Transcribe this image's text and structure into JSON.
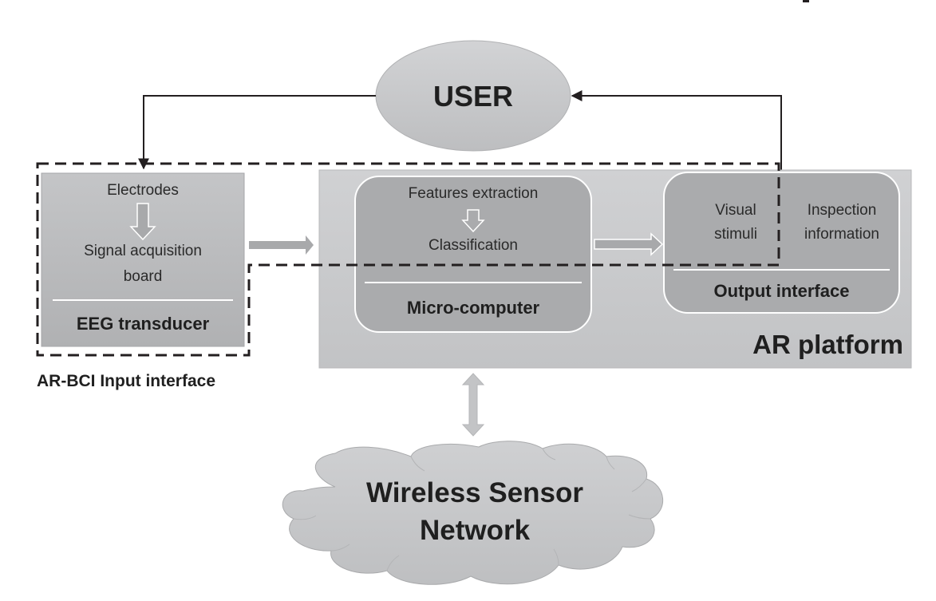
{
  "user": {
    "label": "USER"
  },
  "input_interface": {
    "caption": "AR-BCI Input interface",
    "eeg": {
      "step1": "Electrodes",
      "step2_line1": "Signal acquisition",
      "step2_line2": "board",
      "title": "EEG transducer"
    }
  },
  "ar_platform": {
    "title": "AR platform",
    "micro_computer": {
      "step1": "Features extraction",
      "step2": "Classification",
      "title": "Micro-computer"
    },
    "output_interface": {
      "left_line1": "Visual",
      "left_line2": "stimuli",
      "right_line1": "Inspection",
      "right_line2": "information",
      "title": "Output interface"
    }
  },
  "network": {
    "line1": "Wireless Sensor",
    "line2": "Network"
  },
  "colors": {
    "ellipse_fill": "#c6c7c9",
    "box_fill": "#b9babc",
    "platform_fill": "#c9cacc",
    "inner_fill": "#a9aaac",
    "arrow_gray": "#a8a9ab",
    "line": "#231f20"
  }
}
